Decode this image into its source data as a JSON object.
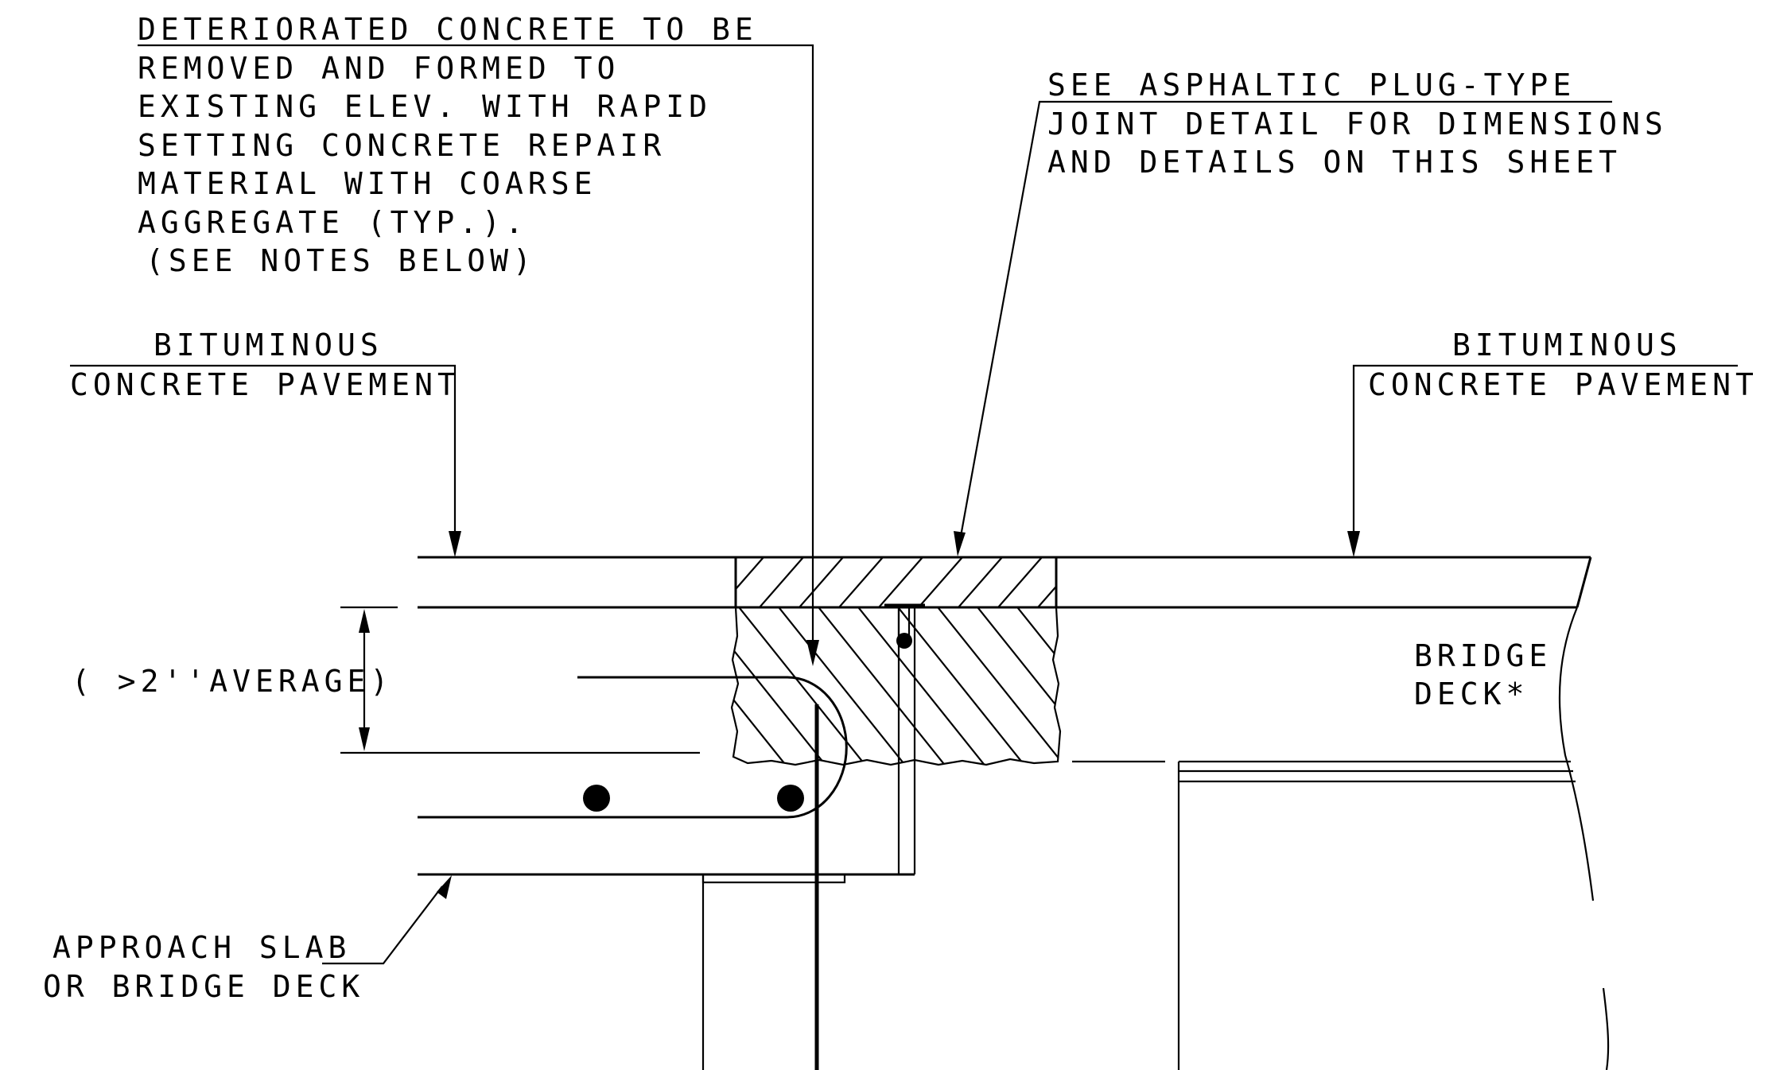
{
  "labels": {
    "deteriorated": [
      "DETERIORATED CONCRETE TO BE",
      "REMOVED AND FORMED TO",
      "EXISTING ELEV. WITH RAPID",
      "SETTING CONCRETE REPAIR",
      "MATERIAL  WITH COARSE",
      "AGGREGATE (TYP.).",
      "(SEE NOTES BELOW)"
    ],
    "asphaltic": [
      "SEE ASPHALTIC PLUG-TYPE",
      "JOINT DETAIL FOR DIMENSIONS",
      "AND DETAILS ON THIS SHEET"
    ],
    "bituminous_left": [
      "BITUMINOUS",
      "CONCRETE  PAVEMENT"
    ],
    "bituminous_right": [
      "BITUMINOUS",
      "CONCRETE  PAVEMENT"
    ],
    "average": "( >2''AVERAGE)",
    "bridge_deck": [
      "BRIDGE",
      "DECK*"
    ],
    "approach_slab": [
      "APPROACH SLAB",
      "OR BRIDGE DECK"
    ]
  }
}
